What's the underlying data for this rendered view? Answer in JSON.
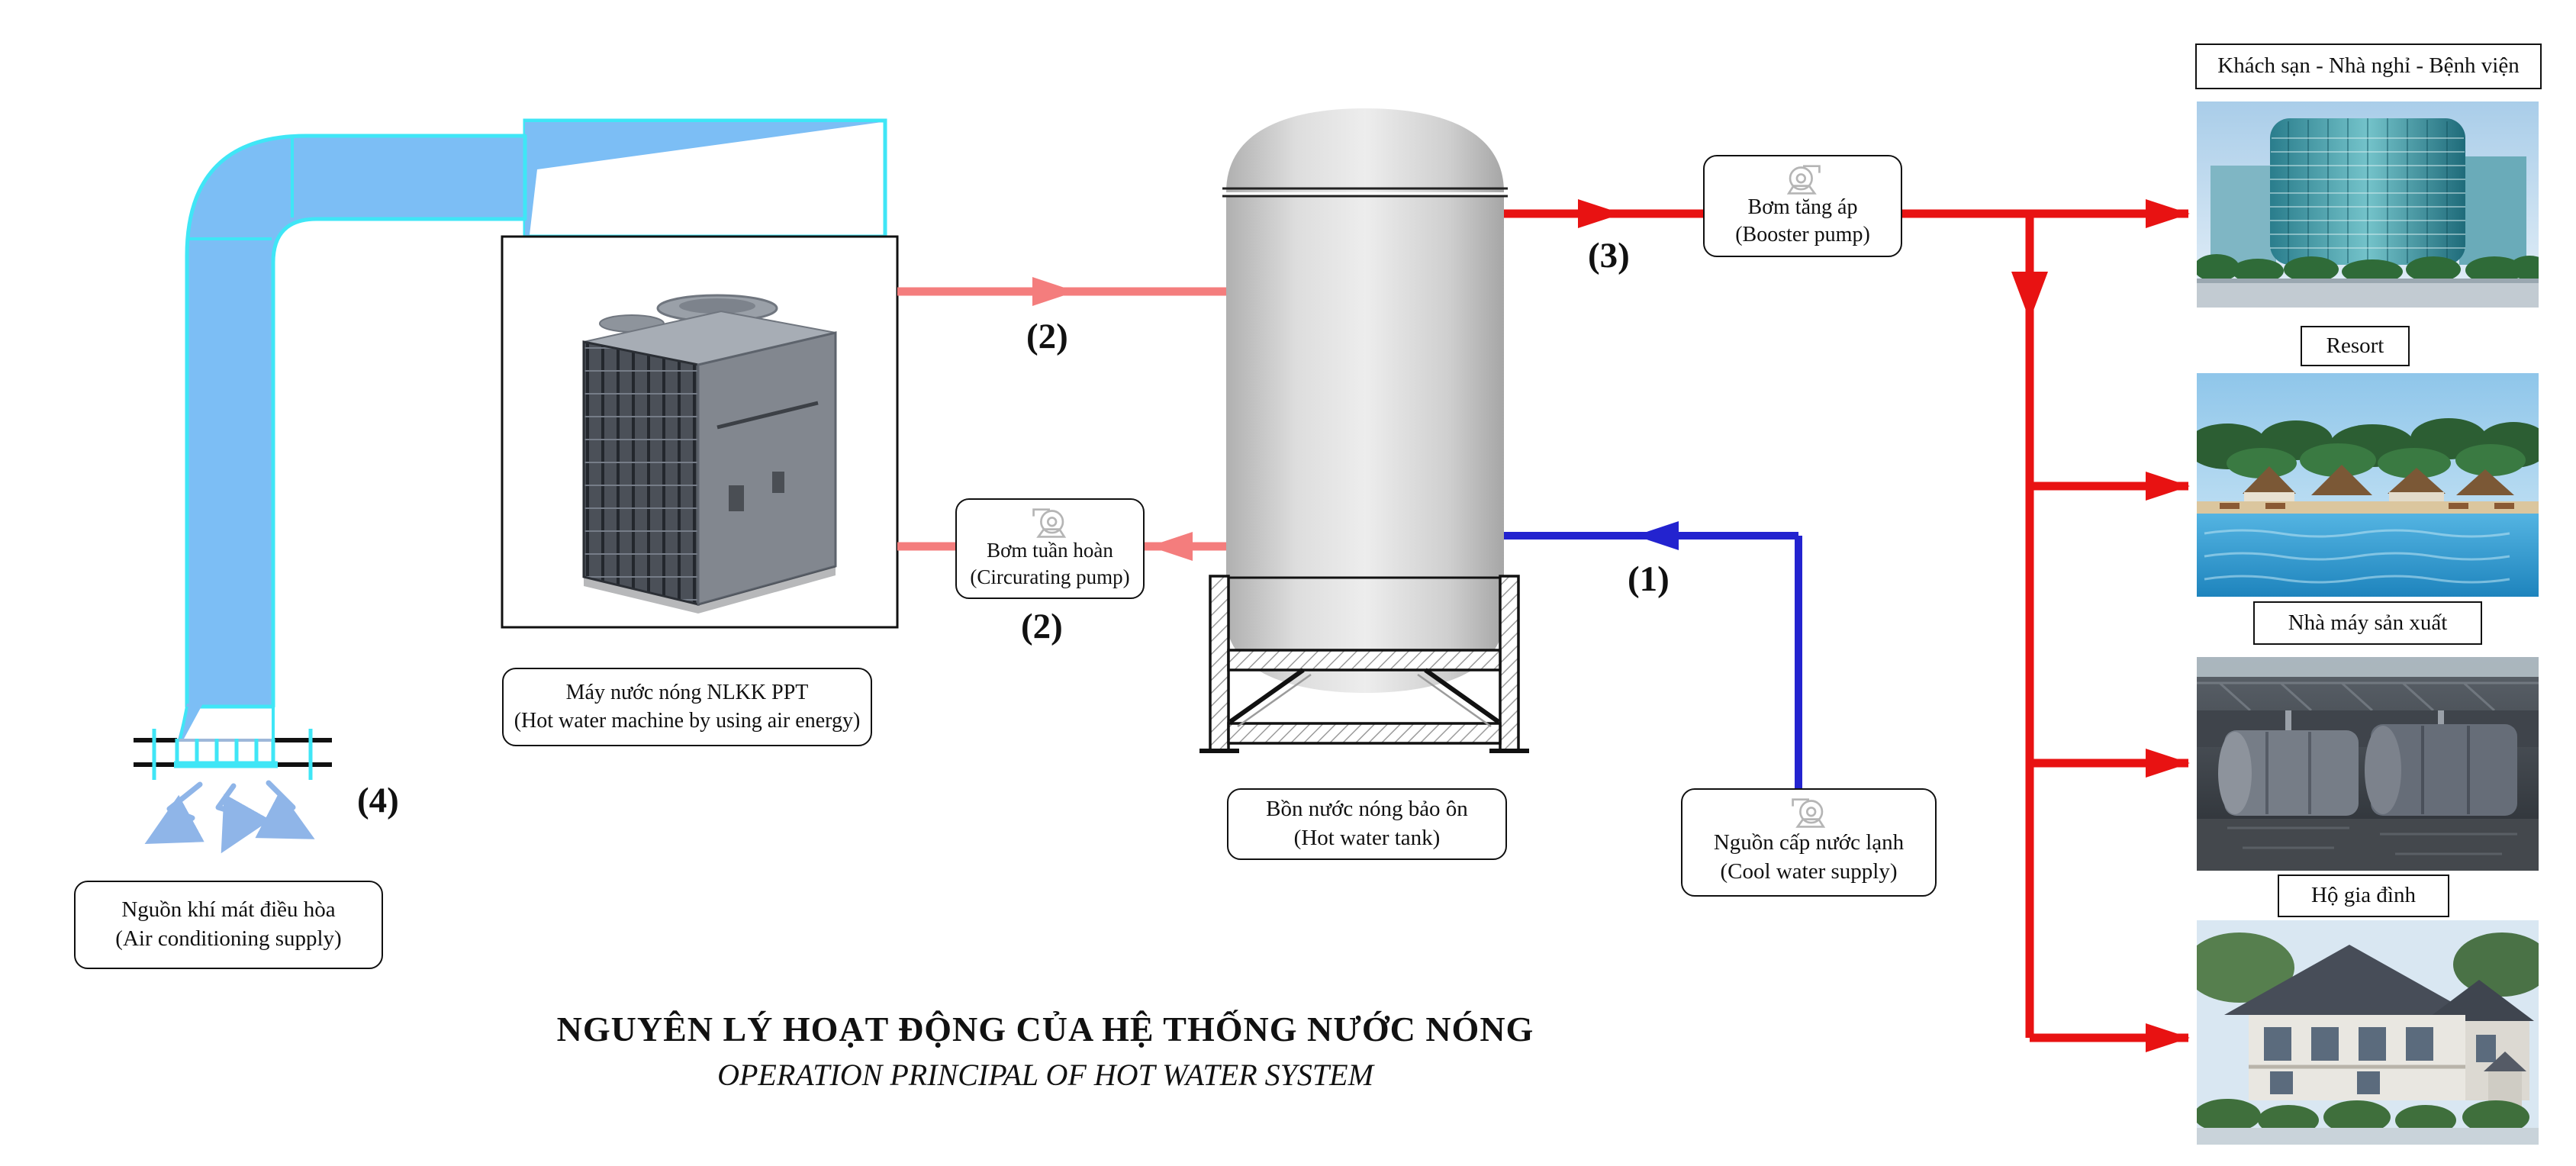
{
  "title": {
    "main": "NGUYÊN LÝ HOẠT ĐỘNG CỦA HỆ THỐNG NƯỚC NÓNG",
    "sub": "OPERATION PRINCIPAL OF HOT WATER SYSTEM"
  },
  "boxes": {
    "machine_label": {
      "line1": "Máy nước nóng NLKK PPT",
      "line2": "(Hot water machine by using air energy)"
    },
    "hot_water_tank": {
      "line1": "Bồn nước nóng bảo ôn",
      "line2": "(Hot water tank)"
    },
    "circulating_pump": {
      "line1": "Bơm tuần hoàn",
      "line2": "(Circurating pump)"
    },
    "booster_pump": {
      "line1": "Bơm tăng áp",
      "line2": "(Booster pump)"
    },
    "cool_water_supply": {
      "line1": "Nguồn cấp nước lạnh",
      "line2": "(Cool water supply)"
    },
    "air_conditioning_supply": {
      "line1": "Nguồn khí mát điều hòa",
      "line2": "(Air conditioning supply)"
    }
  },
  "flow_numbers": {
    "cool_in": "(1)",
    "hot_out": "(2)",
    "recirc": "(2)",
    "boosted": "(3)",
    "air_out": "(4)"
  },
  "destinations": [
    {
      "id": "hotel",
      "label": "Khách sạn - Nhà nghỉ - Bệnh viện"
    },
    {
      "id": "resort",
      "label": "Resort"
    },
    {
      "id": "factory",
      "label": "Nhà máy sản xuất"
    },
    {
      "id": "household",
      "label": "Hộ gia đình"
    }
  ],
  "colors": {
    "hot_pipe": "#e81212",
    "warm_pipe": "#f47d7d",
    "cold_pipe": "#2323cf",
    "duct_fill": "#7cbef5",
    "duct_outline": "#3fe6f6",
    "air_arrow": "#8fb5e8"
  }
}
